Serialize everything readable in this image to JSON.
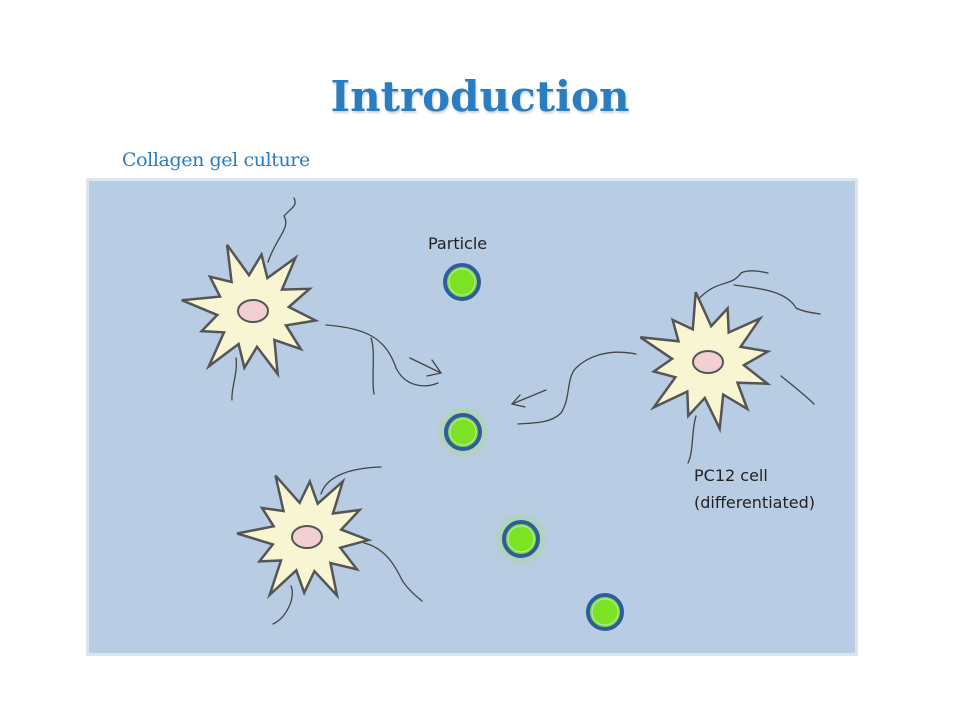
{
  "slide": {
    "title": "Introduction",
    "subtitle": "Collagen gel culture"
  },
  "diagram": {
    "particle_label": "Particle",
    "cell_label_line1": "PC12 cell",
    "cell_label_line2": "(differentiated)"
  },
  "colors": {
    "title": "#2a7dc0",
    "panel_fill": "#b8cce4",
    "panel_border": "#dce6f2",
    "cell_body": "#f8f6d2",
    "cell_outline": "#555555",
    "nucleus": "#f2d0d2",
    "particle_fill": "#7be321",
    "particle_ring": "#2f5c9e"
  }
}
